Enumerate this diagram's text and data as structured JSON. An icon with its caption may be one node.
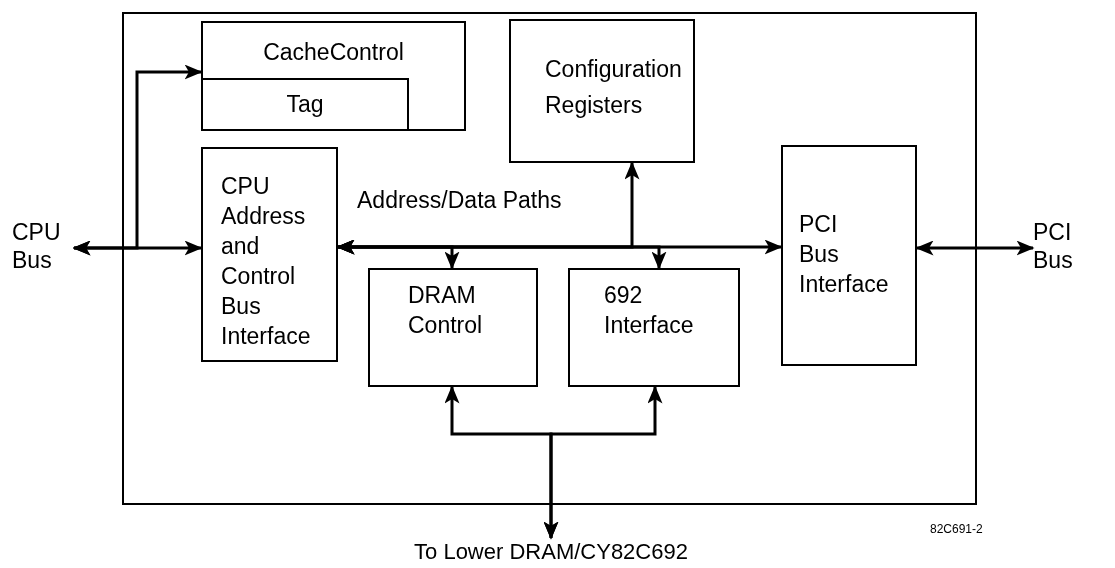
{
  "diagram": {
    "nodes": [
      {
        "text": [],
        "shape": "box"
      },
      {
        "text": [
          "CacheControl"
        ],
        "in": 0
      },
      {
        "text": [
          "Tag"
        ],
        "in": 1
      },
      {
        "text": [
          "Configuration Registers"
        ],
        "in": 0
      },
      {
        "text": [
          "CPU Address and Control Bus Interface"
        ],
        "in": 0
      },
      {
        "text": [
          "PCI Bus Interface"
        ],
        "in": 0
      },
      {
        "text": [
          "DRAM Control"
        ],
        "in": 0
      },
      {
        "text": [
          "692 Interface"
        ],
        "in": 0
      },
      {
        "text": [
          "CPU Bus"
        ]
      },
      {
        "text": [
          "PCI Bus"
        ]
      },
      {
        "text": [
          "To Lower DRAM/CY82C692"
        ]
      }
    ],
    "edges": [
      {
        "from": 8,
        "to": 4,
        "arrow": "both"
      },
      {
        "from": 8,
        "to": 1,
        "arrow": "both"
      },
      {
        "from": 4,
        "to": 5,
        "arrow": "both",
        "label": "Address/Data Paths"
      },
      {
        "from": 4,
        "to": 3,
        "arrow": "both"
      },
      {
        "from": 4,
        "to": 6,
        "arrow": "both"
      },
      {
        "from": 4,
        "to": 7,
        "arrow": "both"
      },
      {
        "from": 5,
        "to": 9,
        "arrow": "both"
      },
      {
        "from": 10,
        "to": 6,
        "arrow": "both"
      },
      {
        "from": 10,
        "to": 7,
        "arrow": "both"
      }
    ],
    "labels": [
      "82C691-2"
    ]
  }
}
